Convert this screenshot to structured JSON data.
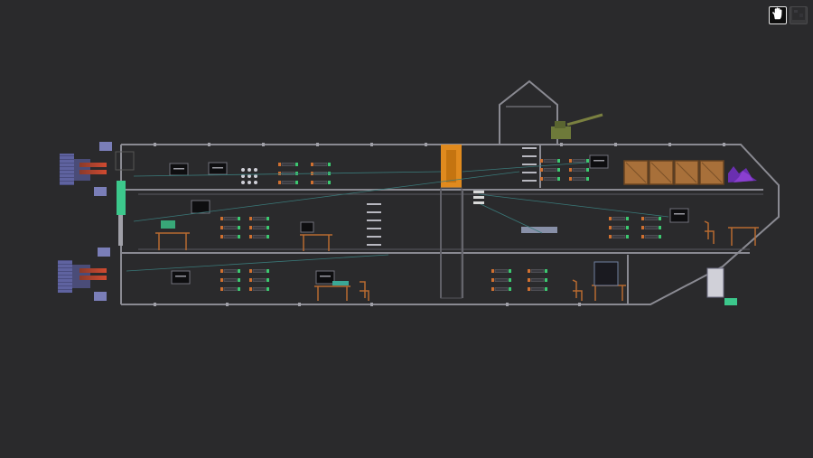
{
  "toolbar": {
    "tools": [
      {
        "name": "drag-tool",
        "icon": "hand-icon",
        "active": true
      },
      {
        "name": "environment-tool",
        "icon": "dark-texture-icon",
        "active": false
      }
    ]
  },
  "scene": {
    "background": "#2a2a2c",
    "hull_color": "#8a8a92",
    "elevator_color": "#e08a1e",
    "crate_color": "#a8703a",
    "accent_green": "#3cc88c",
    "crystal_color": "#6a2fb0",
    "thruster_color": "#6b6fa6",
    "flame_color": "#c8402a",
    "crate_count": 4,
    "deck_count": 3
  }
}
